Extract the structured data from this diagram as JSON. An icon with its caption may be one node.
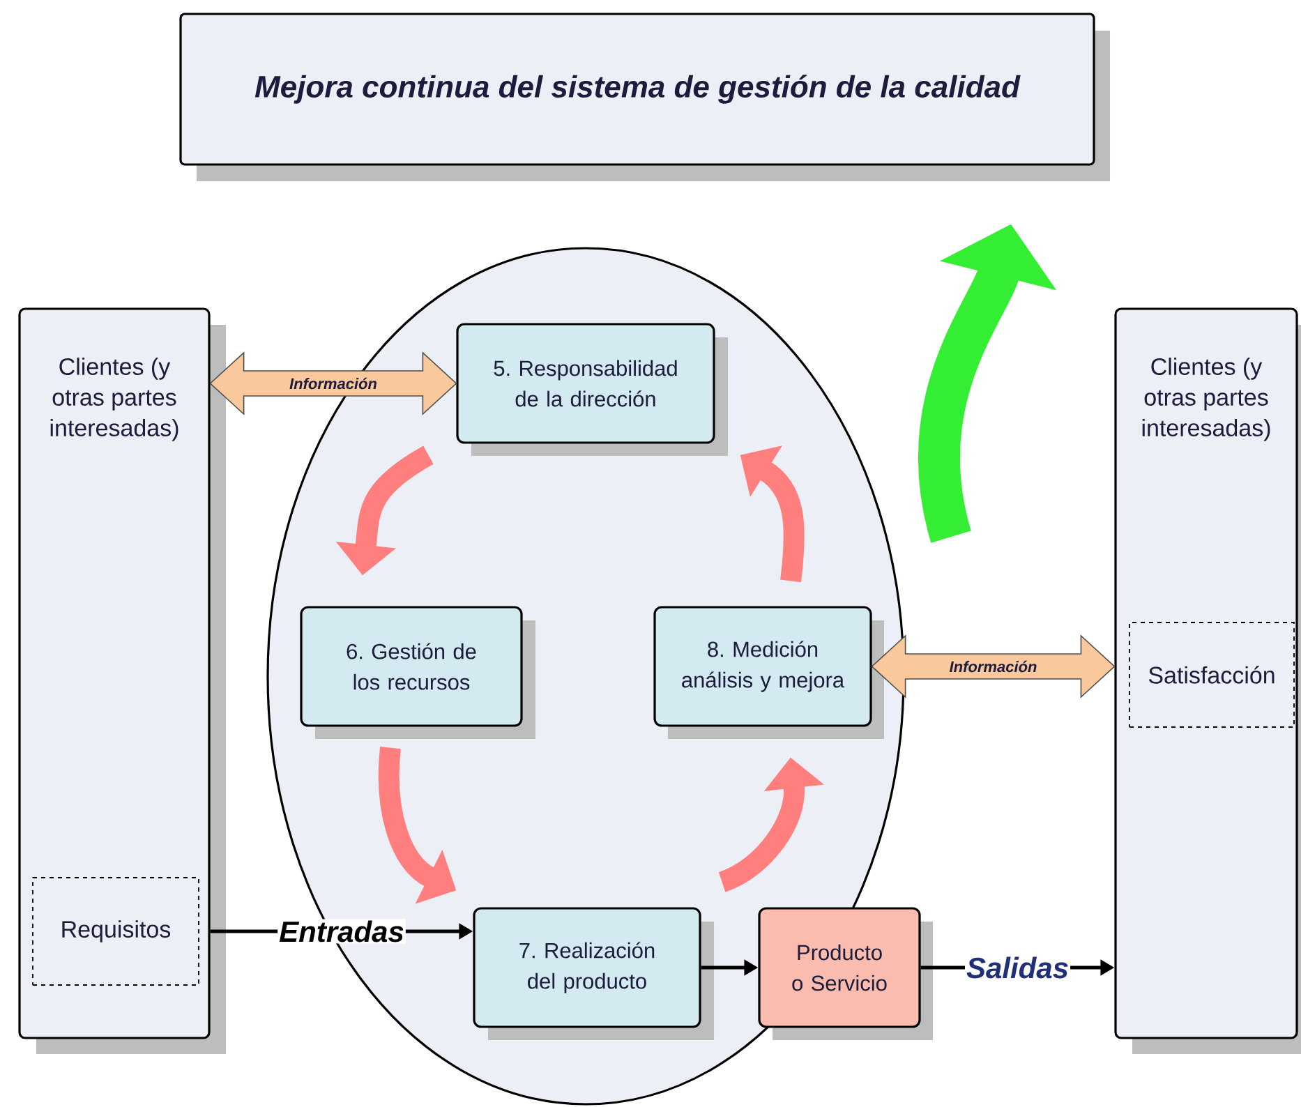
{
  "diagram": {
    "nodes": [
      {
        "text": [
          "Mejora continua del sistema de gestión de la calidad"
        ]
      },
      {
        "text": [
          "Clientes (y otras partes interesadas)"
        ]
      },
      {
        "text": [
          "Requisitos"
        ],
        "in": 1
      },
      {
        "text": [],
        "shape": "ellipse"
      },
      {
        "text": [
          "5. Responsabilidad de la dirección"
        ],
        "in": 3
      },
      {
        "text": [
          "6. Gestión de los recursos"
        ],
        "in": 3
      },
      {
        "text": [
          "8. Medición análisis y mejora"
        ],
        "in": 3
      },
      {
        "text": [
          "7. Realización del producto"
        ],
        "in": 3
      },
      {
        "text": [
          "Producto o Servicio"
        ]
      },
      {
        "text": [
          "Clientes (y otras partes interesadas)"
        ]
      },
      {
        "text": [
          "Satisfacción"
        ],
        "in": 9
      }
    ],
    "edges": [
      {
        "from": 1,
        "to": 4,
        "arrow": "both",
        "label": "Información",
        "style": "thick",
        "color": "#f9c89c"
      },
      {
        "from": 6,
        "to": 9,
        "arrow": "both",
        "label": "Información",
        "style": "thick",
        "color": "#f9c89c"
      },
      {
        "from": 4,
        "to": 5,
        "arrow": "to",
        "color": "#ff7f7f"
      },
      {
        "from": 5,
        "to": 7,
        "arrow": "to",
        "color": "#ff7f7f"
      },
      {
        "from": 7,
        "to": 6,
        "arrow": "to",
        "color": "#ff7f7f"
      },
      {
        "from": 6,
        "to": 4,
        "arrow": "to",
        "color": "#ff7f7f"
      },
      {
        "from": 3,
        "to": 0,
        "arrow": "to",
        "style": "thick",
        "color": "#33ee33"
      },
      {
        "from": 1,
        "to": 7,
        "arrow": "to",
        "label": "Entradas",
        "color": "#000000"
      },
      {
        "from": 7,
        "to": 8,
        "arrow": "to",
        "color": "#000000"
      },
      {
        "from": 8,
        "to": 9,
        "arrow": "to",
        "label": "Salidas",
        "color": "#000000"
      }
    ]
  }
}
